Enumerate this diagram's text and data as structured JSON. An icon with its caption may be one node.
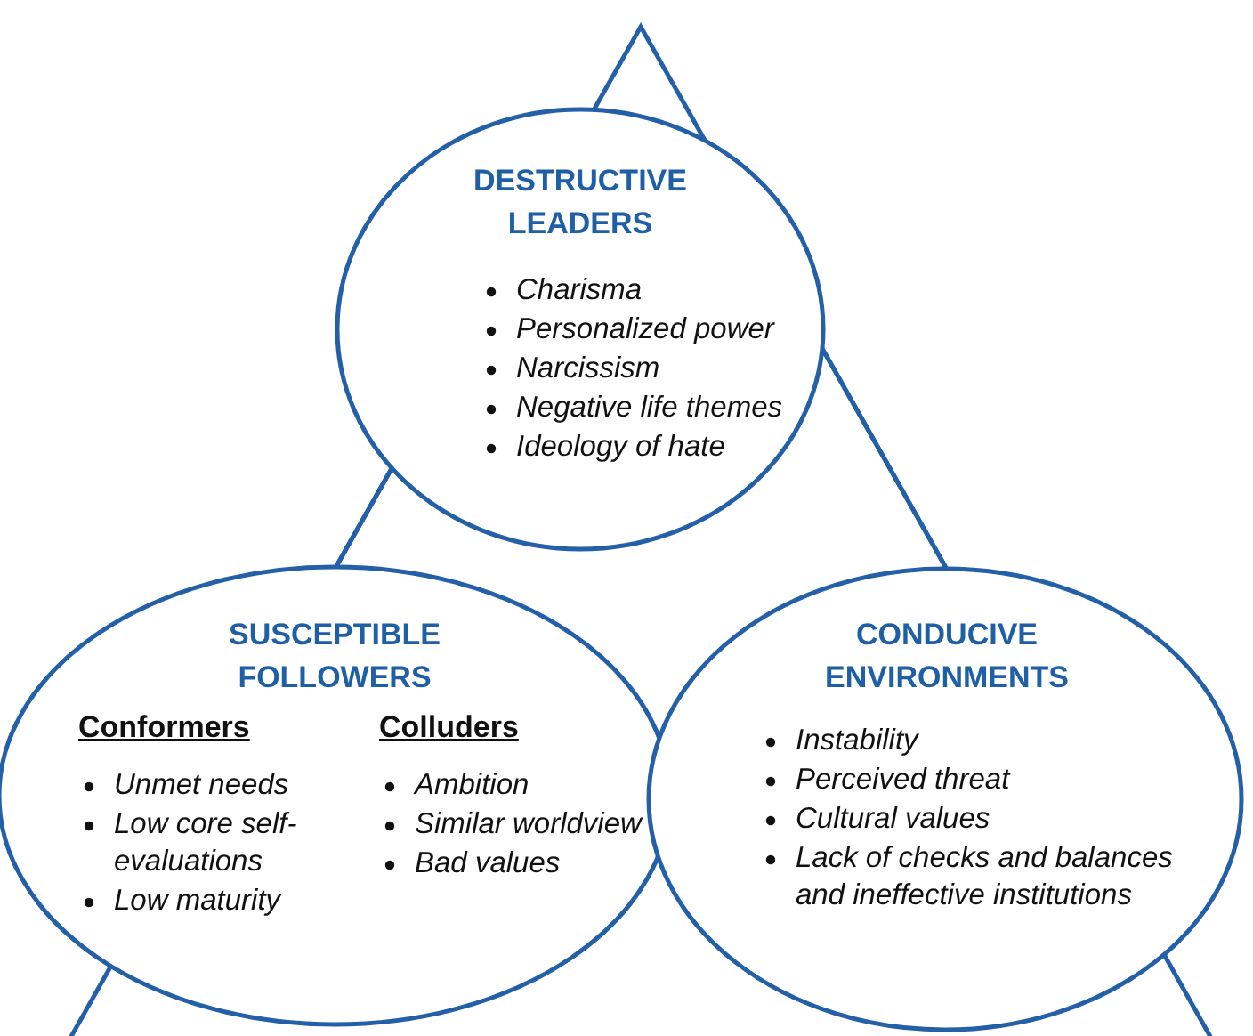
{
  "diagram": {
    "nodes": [
      {
        "text": [
          "DESTRUCTIVE LEADERS",
          "Charisma",
          "Personalized power",
          "Narcissism",
          "Negative life themes",
          "Ideology of hate"
        ]
      },
      {
        "text": [
          "SUSCEPTIBLE FOLLOWERS",
          "Conformers",
          "Unmet needs",
          "Low core self-evaluations",
          "Low maturity",
          "Colluders",
          "Ambition",
          "Similar worldview",
          "Bad values"
        ]
      },
      {
        "text": [
          "CONDUCIVE ENVIRONMENTS",
          "Instability",
          "Perceived threat",
          "Cultural values",
          "Lack of checks and balances and ineffective institutions"
        ]
      }
    ],
    "edges": [
      {
        "from": 0,
        "to": 1,
        "arrow": "none"
      },
      {
        "from": 0,
        "to": 2,
        "arrow": "none"
      }
    ]
  }
}
